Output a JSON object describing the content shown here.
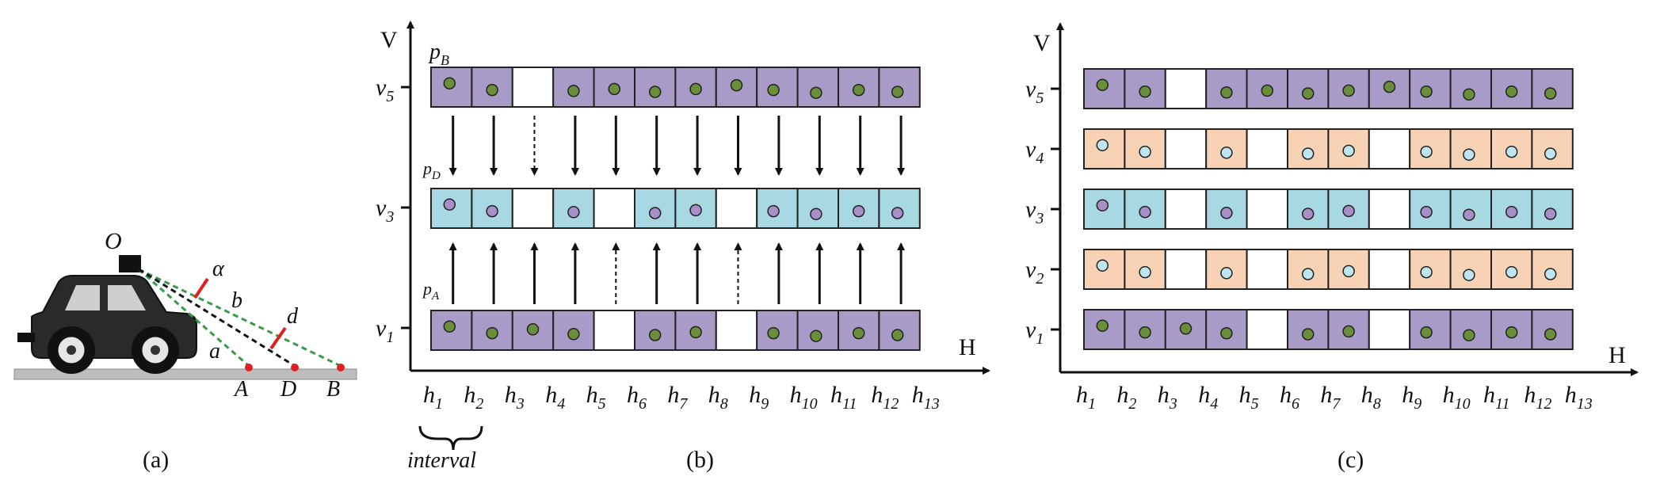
{
  "colors": {
    "purple": "#a99bc8",
    "blue": "#a8d8e2",
    "orange": "#f8d2b4",
    "empty": "#ffffff",
    "dot_green": "#6b8e3a",
    "dot_purple": "#a98fc9",
    "dot_lightblue": "#bfe6f0",
    "laser": "#3a9a4a",
    "marker": "#e02020",
    "road": "#bdbdbd"
  },
  "panel_a": {
    "caption": "(a)",
    "points": {
      "O": "O",
      "A": "A",
      "D": "D",
      "B": "B"
    },
    "lines": {
      "alpha": "α",
      "b": "b",
      "d": "d",
      "a": "a"
    }
  },
  "panel_b": {
    "caption": "(b)",
    "axis_v": "V",
    "axis_h": "H",
    "brace_label": "interval",
    "point_labels": {
      "pB": "p",
      "pB_sub": "B",
      "pD": "p",
      "pD_sub": "D",
      "pA": "p",
      "pA_sub": "A"
    },
    "rows": [
      {
        "label": "v",
        "sub": "5",
        "cells": [
          "P",
          "P",
          "E",
          "P",
          "P",
          "P",
          "P",
          "P",
          "P",
          "P",
          "P",
          "P"
        ],
        "dots": [
          "g",
          "g",
          null,
          "g",
          "g",
          "g",
          "g",
          "g",
          "g",
          "g",
          "g",
          "g"
        ]
      },
      {
        "label": "v",
        "sub": "3",
        "cells": [
          "B",
          "B",
          "E",
          "B",
          "E",
          "B",
          "B",
          "E",
          "B",
          "B",
          "B",
          "B"
        ],
        "dots": [
          "p",
          "p",
          null,
          "p",
          null,
          "p",
          "p",
          null,
          "p",
          "p",
          "p",
          "p"
        ]
      },
      {
        "label": "v",
        "sub": "1",
        "cells": [
          "P",
          "P",
          "P",
          "P",
          "E",
          "P",
          "P",
          "E",
          "P",
          "P",
          "P",
          "P"
        ],
        "dots": [
          "g",
          "g",
          "g",
          "g",
          null,
          "g",
          "g",
          null,
          "g",
          "g",
          "g",
          "g"
        ]
      }
    ],
    "arrows_down_dashed": [
      false,
      false,
      true,
      false,
      false,
      false,
      false,
      false,
      false,
      false,
      false,
      false
    ],
    "arrows_up_dashed": [
      false,
      false,
      false,
      false,
      true,
      false,
      false,
      true,
      false,
      false,
      false,
      false
    ],
    "ticks": [
      "1",
      "2",
      "3",
      "4",
      "5",
      "6",
      "7",
      "8",
      "9",
      "10",
      "11",
      "12",
      "13"
    ],
    "tick_prefix": "h"
  },
  "panel_c": {
    "caption": "(c)",
    "axis_v": "V",
    "axis_h": "H",
    "rows": [
      {
        "label": "v",
        "sub": "5",
        "cells": [
          "P",
          "P",
          "E",
          "P",
          "P",
          "P",
          "P",
          "P",
          "P",
          "P",
          "P",
          "P"
        ],
        "dots": [
          "g",
          "g",
          null,
          "g",
          "g",
          "g",
          "g",
          "g",
          "g",
          "g",
          "g",
          "g"
        ]
      },
      {
        "label": "v",
        "sub": "4",
        "cells": [
          "O",
          "O",
          "E",
          "O",
          "E",
          "O",
          "O",
          "E",
          "O",
          "O",
          "O",
          "O"
        ],
        "dots": [
          "l",
          "l",
          null,
          "l",
          null,
          "l",
          "l",
          null,
          "l",
          "l",
          "l",
          "l"
        ]
      },
      {
        "label": "v",
        "sub": "3",
        "cells": [
          "B",
          "B",
          "E",
          "B",
          "E",
          "B",
          "B",
          "E",
          "B",
          "B",
          "B",
          "B"
        ],
        "dots": [
          "p",
          "p",
          null,
          "p",
          null,
          "p",
          "p",
          null,
          "p",
          "p",
          "p",
          "p"
        ]
      },
      {
        "label": "v",
        "sub": "2",
        "cells": [
          "O",
          "O",
          "E",
          "O",
          "E",
          "O",
          "O",
          "E",
          "O",
          "O",
          "O",
          "O"
        ],
        "dots": [
          "l",
          "l",
          null,
          "l",
          null,
          "l",
          "l",
          null,
          "l",
          "l",
          "l",
          "l"
        ]
      },
      {
        "label": "v",
        "sub": "1",
        "cells": [
          "P",
          "P",
          "P",
          "P",
          "E",
          "P",
          "P",
          "E",
          "P",
          "P",
          "P",
          "P"
        ],
        "dots": [
          "g",
          "g",
          "g",
          "g",
          null,
          "g",
          "g",
          null,
          "g",
          "g",
          "g",
          "g"
        ]
      }
    ],
    "ticks": [
      "1",
      "2",
      "3",
      "4",
      "5",
      "6",
      "7",
      "8",
      "9",
      "10",
      "11",
      "12",
      "13"
    ],
    "tick_prefix": "h"
  }
}
